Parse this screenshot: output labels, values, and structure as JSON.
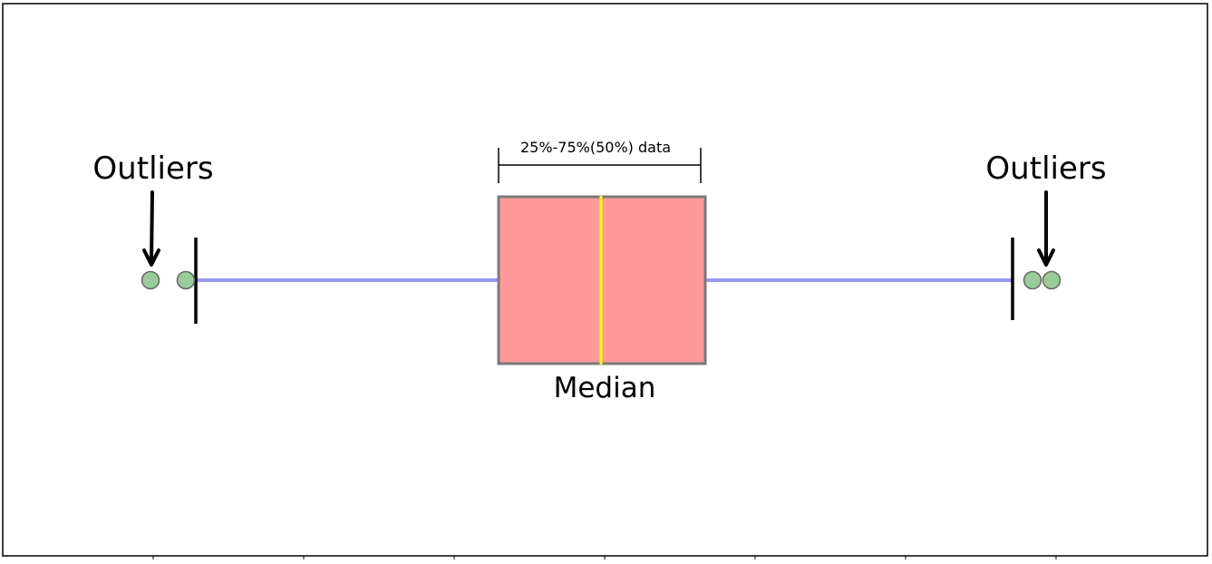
{
  "labels": {
    "outliers_left": "Outliers",
    "outliers_right": "Outliers",
    "iqr_bracket": "25%-75%(50%) data",
    "median": "Median"
  },
  "colors": {
    "box_fill": "#ff9999",
    "box_border": "#7a7a7a",
    "median_line": "#ffff00",
    "whisker": "#9999ee",
    "outlier_fill": "#99cc99",
    "outlier_border": "#666666",
    "whisker_cap": "#000000"
  },
  "chart_data": {
    "type": "boxplot",
    "orientation": "horizontal",
    "outliers_low_count": 2,
    "outliers_high_count": 2
  }
}
